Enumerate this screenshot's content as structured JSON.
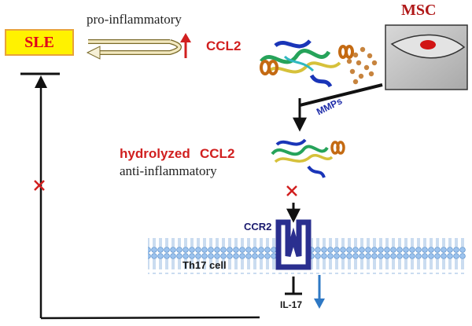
{
  "disease": {
    "label": "SLE"
  },
  "top_effect": {
    "text": "pro-inflammatory"
  },
  "ccl2": {
    "label": "CCL2"
  },
  "msc": {
    "label": "MSC"
  },
  "protease": {
    "label": "MMPs"
  },
  "hydrolyzed": {
    "part_a": "hydrolyzed",
    "part_b": "CCL2",
    "effect": "anti-inflammatory"
  },
  "receptor": {
    "label": "CCR2"
  },
  "cell": {
    "label": "Th17 cell"
  },
  "cytokine": {
    "label": "IL-17"
  },
  "colors": {
    "red": "#d11f1f",
    "sle_fill": "#fff200",
    "receptor_blue": "#2a2f8f",
    "membrane_blue": "#8fb8e6",
    "down_arrow_blue": "#2e78c4"
  }
}
